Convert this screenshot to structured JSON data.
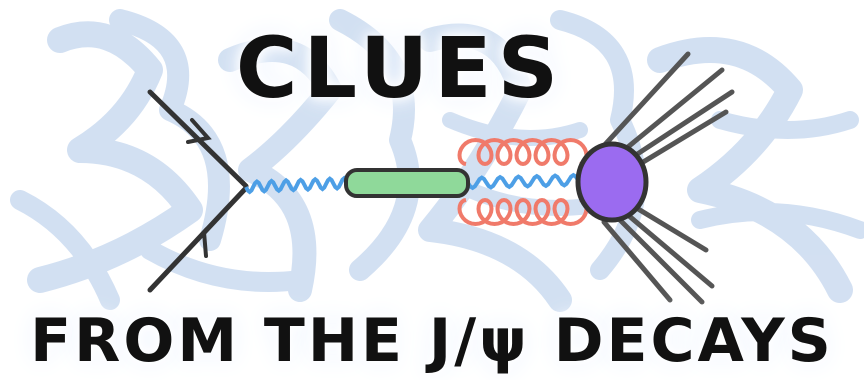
{
  "title": "CLUES",
  "subtitle": "FROM THE J/ψ DECAYS",
  "watermark": {
    "description": "light blue calligraphy watermark",
    "color": "#aec7e8"
  },
  "diagram": {
    "photon_color": "#4d9fe6",
    "gluon_color": "#f07a6a",
    "blob_color": "#9b6bf0",
    "propagator_color": "#8fd99a",
    "line_color": "#333333",
    "hadron_color": "#555555"
  }
}
